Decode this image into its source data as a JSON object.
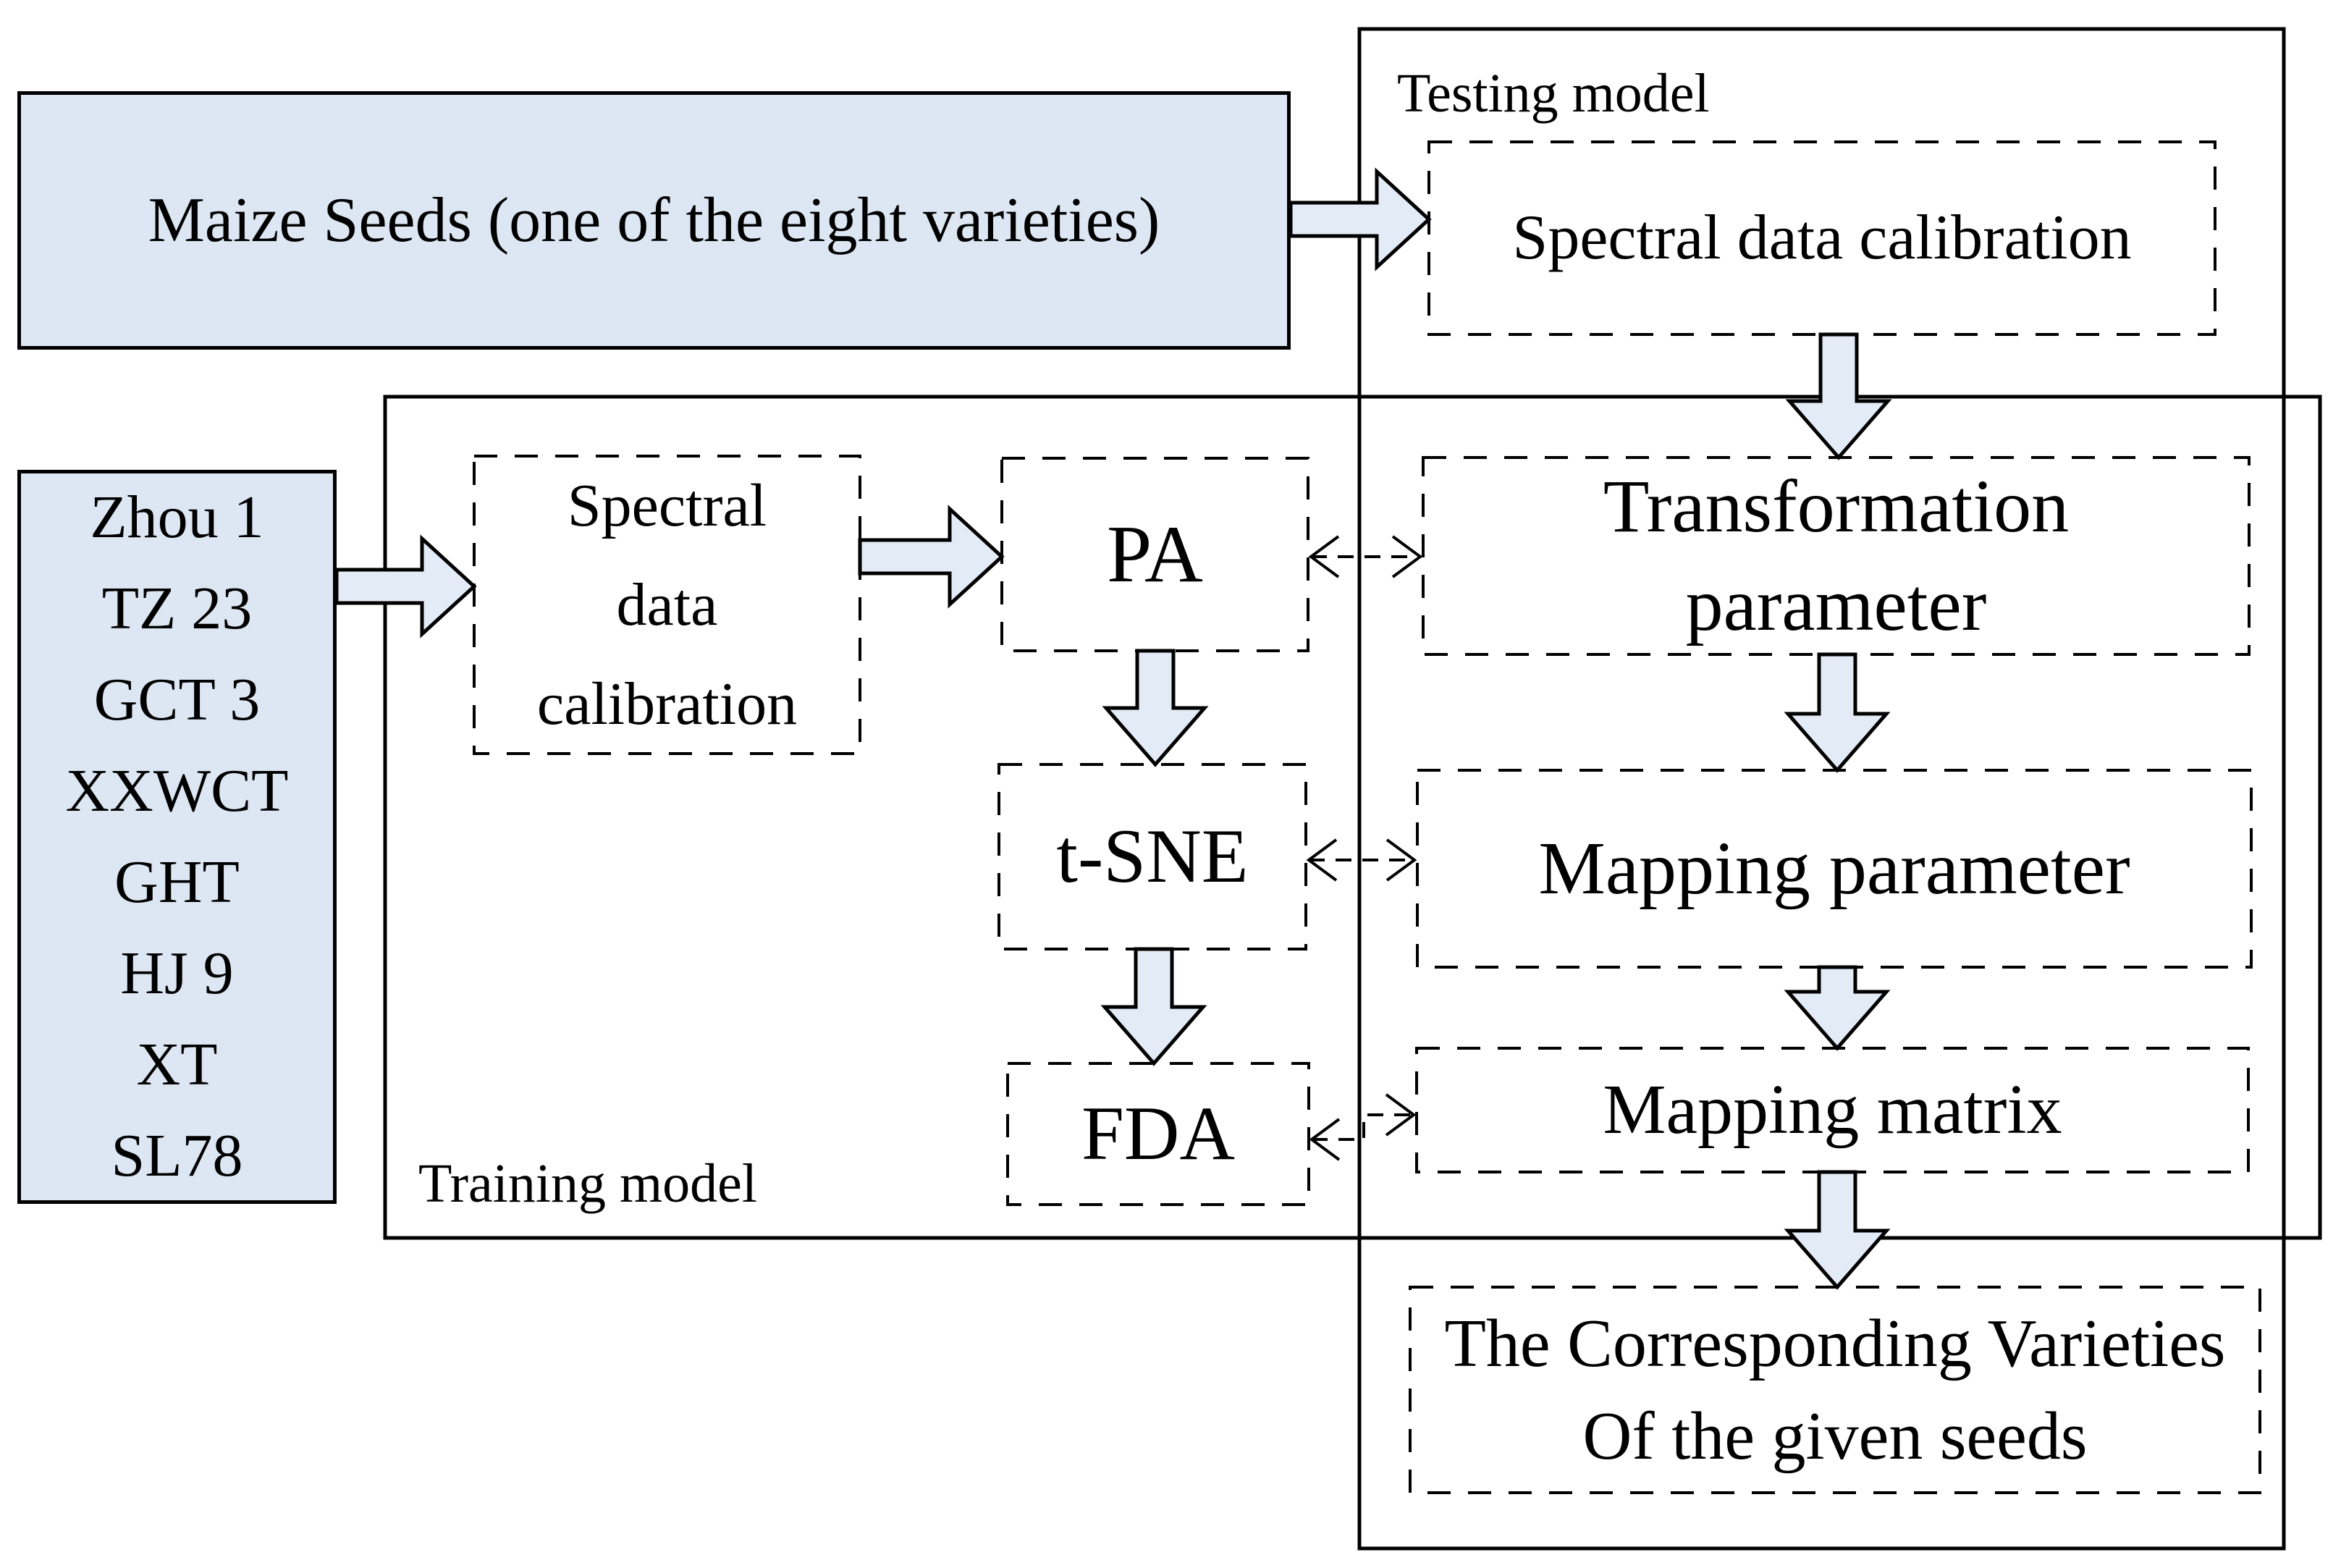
{
  "colors": {
    "box_fill": "#dde7f3",
    "arrow_fill": "#e3ebf6",
    "line": "#000000"
  },
  "labels": {
    "testing": "Testing model",
    "training": "Training model"
  },
  "boxes": {
    "maize": "Maize Seeds (one of the eight varieties)",
    "varieties": [
      "Zhou 1",
      "TZ 23",
      "GCT 3",
      "XXWCT",
      "GHT",
      "HJ 9",
      "XT",
      "SL78"
    ],
    "testing_calibration": "Spectral data calibration",
    "training_calibration": [
      "Spectral",
      "data",
      "calibration"
    ],
    "pa": "PA",
    "tsne": "t-SNE",
    "fda": "FDA",
    "transformation": [
      "Transformation",
      "parameter"
    ],
    "mapping_parameter": "Mapping parameter",
    "mapping_matrix": "Mapping matrix",
    "result": [
      "The Corresponding Varieties",
      "Of the given seeds"
    ]
  }
}
